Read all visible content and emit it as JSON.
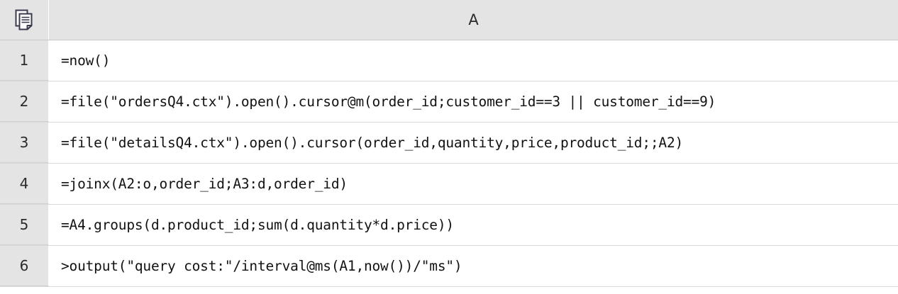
{
  "header": {
    "corner_icon": "copy-pages-icon",
    "columns": [
      "A"
    ]
  },
  "grid": {
    "rows": [
      {
        "number": "1",
        "a": "=now()"
      },
      {
        "number": "2",
        "a": "=file(\"ordersQ4.ctx\").open().cursor@m(order_id;customer_id==3 || customer_id==9)"
      },
      {
        "number": "3",
        "a": "=file(\"detailsQ4.ctx\").open().cursor(order_id,quantity,price,product_id;;A2)"
      },
      {
        "number": "4",
        "a": "=joinx(A2:o,order_id;A3:d,order_id)"
      },
      {
        "number": "5",
        "a": "=A4.groups(d.product_id;sum(d.quantity*d.price))"
      },
      {
        "number": "6",
        "a": ">output(\"query cost:\"/interval@ms(A1,now())/\"ms\")"
      }
    ]
  },
  "colors": {
    "header_bg": "#e4e4e4",
    "cell_bg": "#ffffff",
    "grid_line": "#d9d9d9",
    "text": "#121212"
  }
}
